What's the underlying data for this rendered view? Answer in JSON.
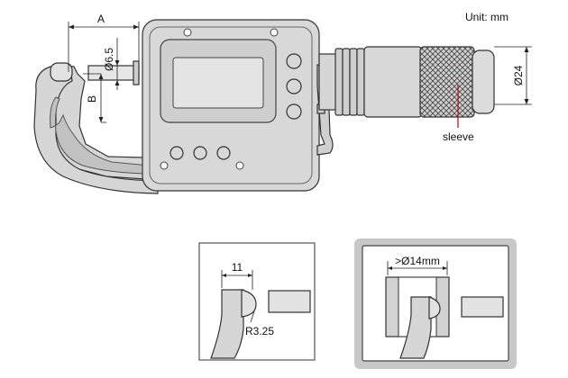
{
  "labels": {
    "unit": "Unit: mm",
    "dim_a": "A",
    "dim_b": "B",
    "dim_spindle": "Ø6.5",
    "dim_thimble": "Ø24",
    "sleeve": "sleeve",
    "dim_anvil_width": "11",
    "dim_radius": "R3.25",
    "dim_clearance": ">Ø14mm"
  },
  "colors": {
    "body_fill": "#d8d8d8",
    "body_dark": "#bdbdbd",
    "detail_panel_bg": "#c8c8c8",
    "leader_red": "#c0000c",
    "outline": "#333333"
  }
}
